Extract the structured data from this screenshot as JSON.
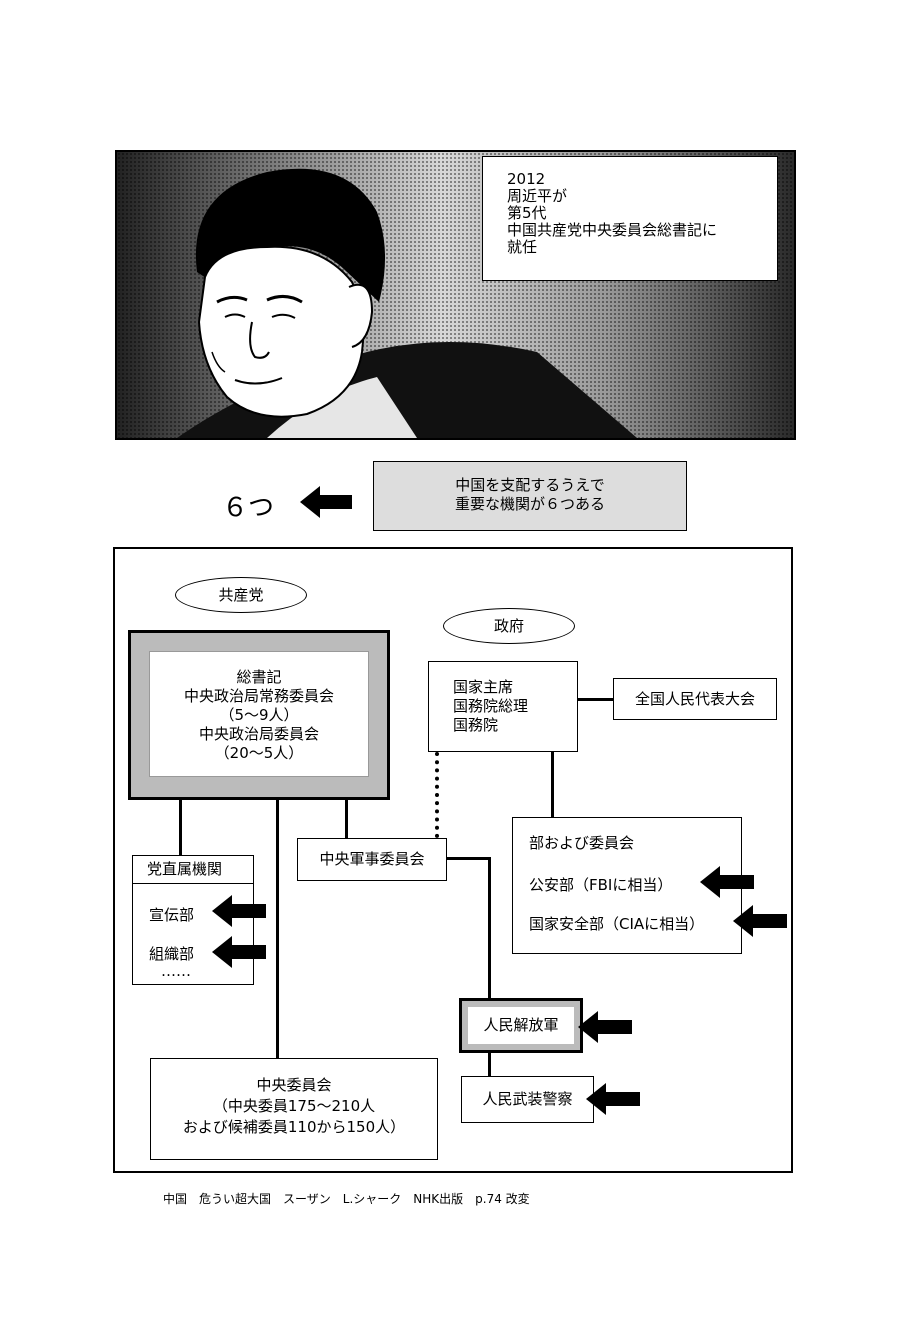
{
  "banner": {
    "year": "2012",
    "line1": "周近平が",
    "line2": "第5代",
    "line3": "中国共産党中央委員会総書記に",
    "line4": "就任"
  },
  "intro": {
    "six_label": "６つ",
    "box_line1": "中国を支配するうえで",
    "box_line2": "重要な機関が６つある"
  },
  "diagram": {
    "party_label": "共産党",
    "gov_label": "政府",
    "secretary": {
      "l1": "総書記",
      "l2": "中央政治局常務委員会",
      "l3": "（5～9人）",
      "l4": "中央政治局委員会",
      "l5": "（20～5人）"
    },
    "state": {
      "l1": "国家主席",
      "l2": "国務院総理",
      "l3": "国務院"
    },
    "npc": "全国人民代表大会",
    "party_organs": {
      "title": "党直属機関",
      "i1": "宣伝部",
      "i2": "組織部",
      "more": "……"
    },
    "cmc": "中央軍事委員会",
    "ministries": {
      "title": "部および委員会",
      "i1": "公安部（FBIに相当）",
      "i2": "国家安全部（CIAに相当）"
    },
    "pla": "人民解放軍",
    "pap": "人民武装警察",
    "central_committee": {
      "l1": "中央委員会",
      "l2": "（中央委員175～210人",
      "l3": "および候補委員110から150人）"
    }
  },
  "source": "中国　危うい超大国　スーザン　L.シャーク　NHK出版　p.74 改変"
}
